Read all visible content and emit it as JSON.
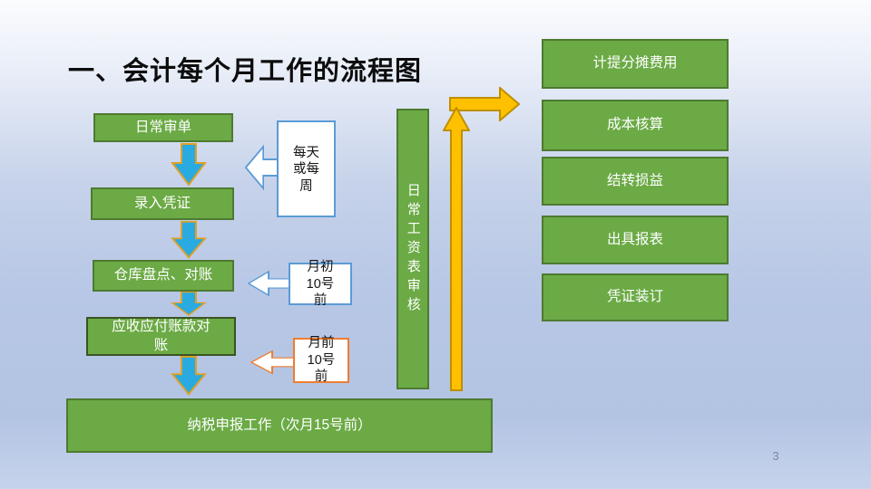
{
  "slide": {
    "title": "一、会计每个月工作的流程图",
    "page_number": "3"
  },
  "colors": {
    "box_green": "#6BAA45",
    "box_green_border": "#4E7A31",
    "box_dark_border": "#3B5323",
    "arrow_cyan": "#29ABE2",
    "arrow_cyan_border": "#DFA024",
    "arrow_gold": "#FFC000",
    "arrow_gold_border": "#BF8F00",
    "callout_blue_border": "#5B9BD5",
    "callout_orange_border": "#ED7D31",
    "title_color": "#0D0D0D"
  },
  "flow": {
    "steps": [
      {
        "label": "日常审单"
      },
      {
        "label": "录入凭证"
      },
      {
        "label": "仓库盘点、对账"
      },
      {
        "label": "应收应付账款对\n账"
      },
      {
        "label": "纳税申报工作（次月15号前）"
      }
    ],
    "callouts": [
      {
        "label": "每天\n或每\n周"
      },
      {
        "label": "月初\n10号\n前"
      },
      {
        "label": "月前\n10号\n前"
      }
    ],
    "vertical_bar": {
      "label": "日常工资表审核"
    },
    "monthly_tasks": [
      {
        "label": "计提分摊费用"
      },
      {
        "label": "成本核算"
      },
      {
        "label": "结转损益"
      },
      {
        "label": "出具报表"
      },
      {
        "label": "凭证装订"
      }
    ]
  }
}
